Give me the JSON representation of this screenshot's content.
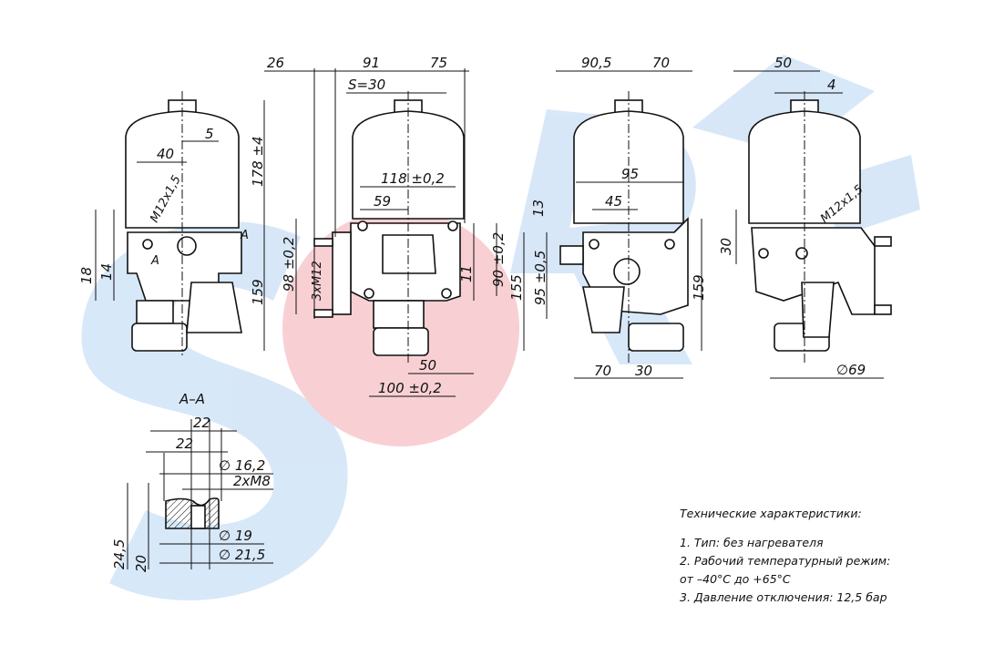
{
  "watermark": {
    "text": "SORL",
    "blue": "#cfe2f7",
    "red": "#f7c9cc"
  },
  "view_front_left": {
    "d40": "40",
    "d5": "5",
    "thread": "M12x1,5",
    "h178": "178 ±4",
    "d18": "18",
    "d14": "14",
    "d159": "159",
    "sec_a1": "A",
    "sec_a2": "A"
  },
  "view_front": {
    "d26": "26",
    "d91": "91",
    "d75": "75",
    "s30": "S=30",
    "d118": "118 ±0,2",
    "d59": "59",
    "d98": "98 ±0,2",
    "m12": "3xM12",
    "d11": "11",
    "d90": "90 ±0,2",
    "d50": "50",
    "d100": "100 ±0,2"
  },
  "view_side": {
    "d90_5": "90,5",
    "d70": "70",
    "d95": "95",
    "d45": "45",
    "d13": "13",
    "d155": "155",
    "d95_5": "95 ±0,5",
    "d159": "159",
    "d70b": "70",
    "d30": "30"
  },
  "view_right": {
    "d50": "50",
    "d4": "4",
    "thread": "M12x1,5",
    "d30": "30",
    "dia69": "∅69"
  },
  "section": {
    "title": "A–A",
    "d22a": "22",
    "d22b": "22",
    "dia16": "∅ 16,2",
    "m8": "2xM8",
    "dia19": "∅ 19",
    "dia21": "∅ 21,5",
    "h24": "24,5",
    "h20": "20"
  },
  "specs": {
    "title": "Технические характеристики:",
    "lines": [
      "1. Тип: без нагревателя",
      "2. Рабочий температурный режим:",
      "от –40°C до +65°C",
      "3. Давление отключения: 12,5 бар"
    ]
  }
}
